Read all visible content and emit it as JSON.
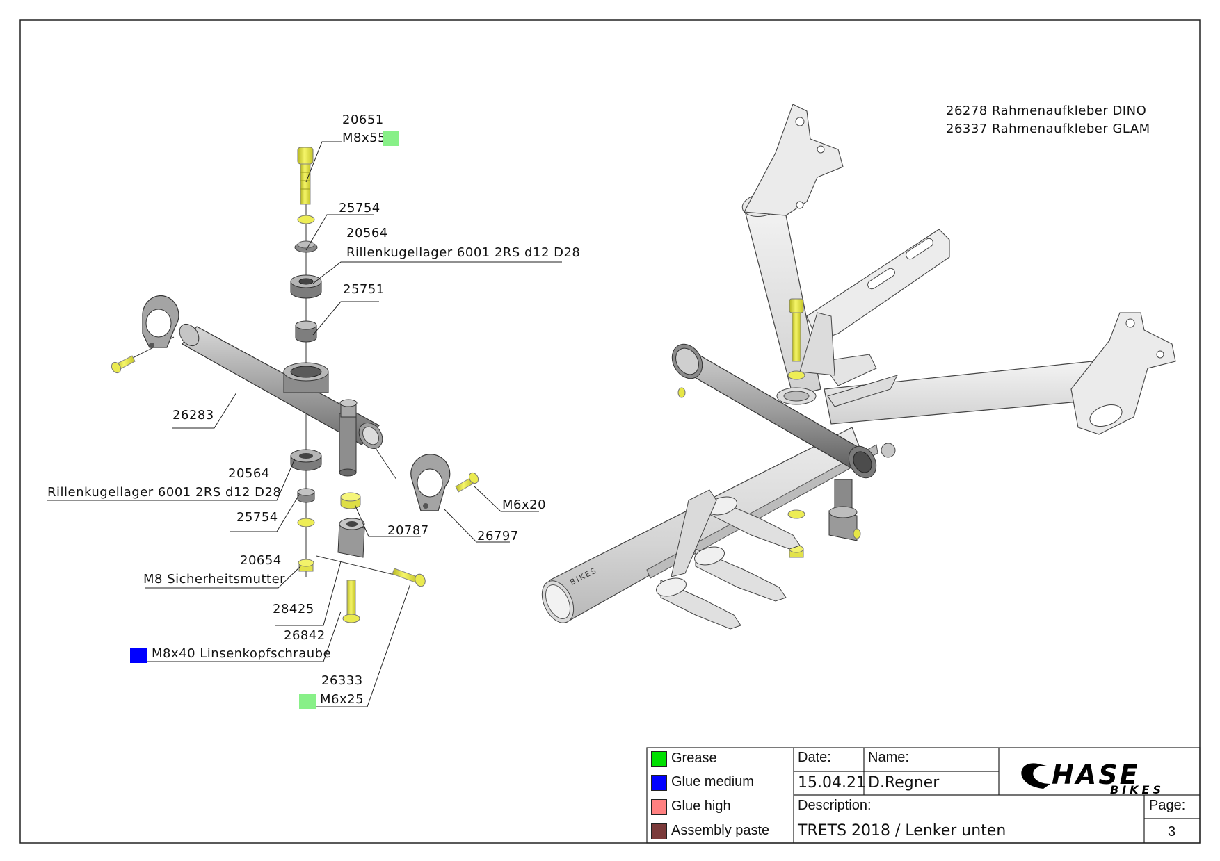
{
  "colors": {
    "grease": "#00e000",
    "glue_medium": "#0000ff",
    "glue_high": "#ff8080",
    "assembly_paste": "#7b3a3a",
    "grease_light": "#88f088",
    "bolt_yellow": "#e8e83a",
    "part_grey": "#9a9a9a",
    "frame_light": "#e6e6e6"
  },
  "callouts": {
    "c20651_num": "20651",
    "c20651_size": "M8x55",
    "c25754_top": "25754",
    "c20564_top_num": "20564",
    "c20564_top_desc": "Rillenkugellager 6001 2RS d12 D28",
    "c25751": "25751",
    "c26283": "26283",
    "c20564_bot_num": "20564",
    "c20564_bot_desc": "Rillenkugellager 6001 2RS d12 D28",
    "c25754_bot": "25754",
    "c20654_num": "20654",
    "c20654_desc": "M8 Sicherheitsmutter",
    "c28425": "28425",
    "c26842_num": "26842",
    "c26842_desc": "M8x40 Linsenkopfschraube",
    "c26333_num": "26333",
    "c26333_size": "M6x25",
    "c20787": "20787",
    "c26797": "26797",
    "cM6x20": "M6x20",
    "sticker_dino": "26278 Rahmenaufkleber DINO",
    "sticker_glam": "26337 Rahmenaufkleber GLAM"
  },
  "legend": {
    "grease": "Grease",
    "glue_medium": "Glue medium",
    "glue_high": "Glue high",
    "assembly_paste": "Assembly paste"
  },
  "title_block": {
    "date_label": "Date:",
    "date_value": "15.04.21",
    "name_label": "Name:",
    "name_value": "D.Regner",
    "description_label": "Description:",
    "description_value": "TRETS 2018 / Lenker unten",
    "page_label": "Page:",
    "page_value": "3",
    "logo_main": "HASE",
    "logo_sub": "BIKES",
    "tube_print": "BIKES"
  }
}
